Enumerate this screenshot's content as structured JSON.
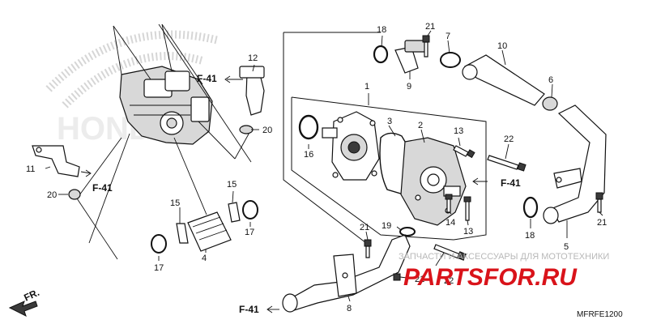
{
  "diagram": {
    "ref_label": "F-41",
    "direction_label": "FR.",
    "diagram_code": "MFRFE1200",
    "background_logo_text": "HONDA",
    "watermark": {
      "tagline": "ЗАПЧАСТИ И АКСЕССУАРЫ ДЛЯ МОТОТЕХНИКИ",
      "logo_part1": "PARTS",
      "logo_part2": "FOR",
      "logo_part3": ".RU"
    },
    "colors": {
      "watermark_red": "#d9131a",
      "ink": "#111111"
    },
    "part_numbers": {
      "p1": "1",
      "p2": "2",
      "p3": "3",
      "p4": "4",
      "p5": "5",
      "p6": "6",
      "p7": "7",
      "p8": "8",
      "p9": "9",
      "p10": "10",
      "p11": "11",
      "p12": "12",
      "p13a": "13",
      "p13b": "13",
      "p14": "14",
      "p15a": "15",
      "p15b": "15",
      "p16": "16",
      "p17a": "17",
      "p17b": "17",
      "p18a": "18",
      "p18b": "18",
      "p19": "19",
      "p20a": "20",
      "p20b": "20",
      "p21a": "21",
      "p21b": "21",
      "p21c": "21",
      "p21d": "21",
      "p22a": "22",
      "p22b": "22"
    }
  }
}
